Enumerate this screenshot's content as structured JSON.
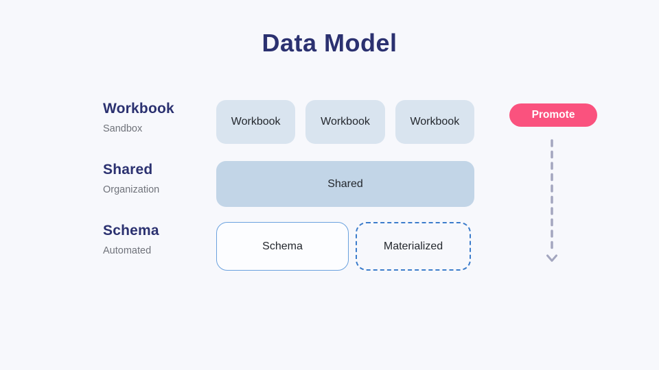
{
  "title": "Data Model",
  "rows": [
    {
      "label": "Workbook",
      "sublabel": "Sandbox",
      "boxes": [
        {
          "label": "Workbook"
        },
        {
          "label": "Workbook"
        },
        {
          "label": "Workbook"
        }
      ]
    },
    {
      "label": "Shared",
      "sublabel": "Organization",
      "boxes": [
        {
          "label": "Shared"
        }
      ]
    },
    {
      "label": "Schema",
      "sublabel": "Automated",
      "boxes": [
        {
          "label": "Schema",
          "style": "solid-outline"
        },
        {
          "label": "Materialized",
          "style": "dashed-outline"
        }
      ]
    }
  ],
  "promote_button": {
    "label": "Promote"
  },
  "arrow": {
    "icon": "dashed-down-arrow-icon"
  },
  "colors": {
    "background": "#f7f8fc",
    "heading_navy": "#2b3170",
    "sublabel_gray": "#6f727a",
    "box_fill_light": "#d9e4ef",
    "box_fill_shared": "#c2d5e7",
    "box_text": "#23272d",
    "outline_blue": "#6aa1de",
    "dashed_blue": "#3b7ccb",
    "promote_pink": "#fa527e",
    "arrow_gray": "#a3a6bf"
  }
}
